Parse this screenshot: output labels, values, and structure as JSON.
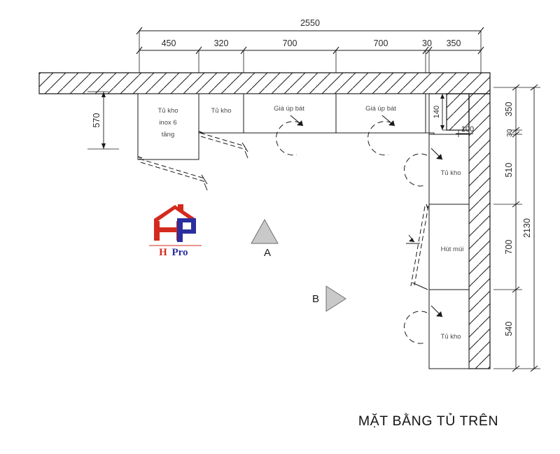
{
  "drawing": {
    "title": "MẶT BẰNG TỦ TRÊN",
    "sheet_background": "#ffffff",
    "line_color": "#1a1a1a",
    "label_color": "#4a4a4a",
    "marker_fill": "#c9c9c9"
  },
  "dimensions": {
    "top": {
      "overall": "2550",
      "chain": [
        "450",
        "320",
        "700",
        "700",
        "30",
        "350"
      ]
    },
    "right": {
      "overall": "2130",
      "chain": [
        "350",
        "30",
        "510",
        "700",
        "540"
      ]
    },
    "left": {
      "depth": "570"
    },
    "corner": {
      "vertical": "140",
      "horizontal": "100"
    }
  },
  "cabinets": {
    "top_run": [
      {
        "label": "Tủ kho\ninox 6\ntầng",
        "lines": [
          "Tủ kho",
          "inox 6",
          "tầng"
        ]
      },
      {
        "label": "Tủ kho",
        "lines": [
          "Tủ kho"
        ]
      },
      {
        "label": "Giá úp bát",
        "lines": [
          "Giá úp bát"
        ]
      },
      {
        "label": "Giá úp bát",
        "lines": [
          "Giá úp bát"
        ]
      }
    ],
    "right_run": [
      {
        "label": "Tủ kho",
        "lines": [
          "Tủ kho"
        ]
      },
      {
        "label": "Hút mùi",
        "lines": [
          "Hút mùi"
        ]
      },
      {
        "label": "Tủ kho",
        "lines": [
          "Tủ kho"
        ]
      }
    ]
  },
  "section_markers": [
    {
      "id": "A",
      "label": "A",
      "direction": "up"
    },
    {
      "id": "B",
      "label": "B",
      "direction": "right"
    }
  ],
  "logo": {
    "text": "HPro",
    "text_h": "H",
    "text_pro": "Pro",
    "red": "#d42a1e",
    "blue": "#2b2f9e"
  }
}
